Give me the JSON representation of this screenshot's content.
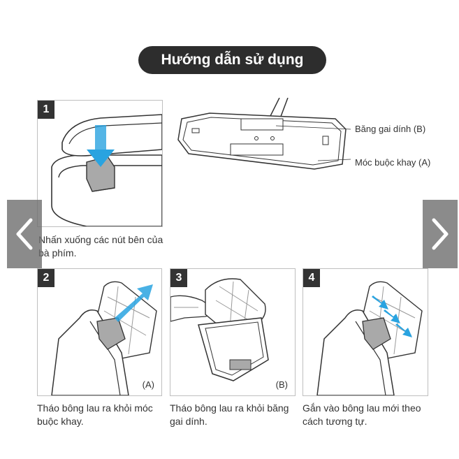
{
  "title": "Hướng dẫn sử dụng",
  "nav": {
    "prev_icon": "chevron-left-icon",
    "next_icon": "chevron-right-icon"
  },
  "colors": {
    "arrow_blue": "#29a3e0",
    "pill_bg": "#2d2d2d",
    "nav_bg": "#6e6e6e"
  },
  "callouts": {
    "b": "Băng gai dính (B)",
    "a": "Móc buộc khay (A)"
  },
  "steps": [
    {
      "number": "1",
      "caption_lines": [
        "Nhấn xuống các nút bên của",
        "bà phím."
      ],
      "tag": ""
    },
    {
      "number": "2",
      "caption_lines": [
        "Tháo bông lau ra khỏi móc",
        "buộc khay."
      ],
      "tag": "(A)"
    },
    {
      "number": "3",
      "caption_lines": [
        "Tháo bông lau ra khỏi băng",
        "gai dính."
      ],
      "tag": "(B)"
    },
    {
      "number": "4",
      "caption_lines": [
        "Gắn vào bông lau mới theo",
        "cách tương tự."
      ],
      "tag": ""
    }
  ]
}
